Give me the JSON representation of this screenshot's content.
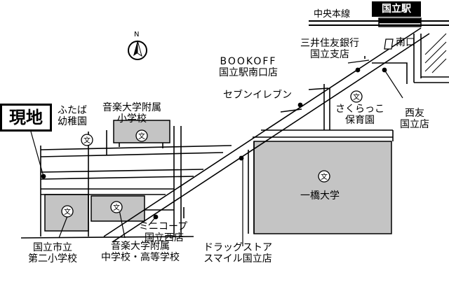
{
  "north": "N",
  "site": "現地",
  "station": "国立駅",
  "railway": "中央本線",
  "exit": "南口",
  "landmarks": {
    "futaba": {
      "line1": "ふたば",
      "line2": "幼稚園"
    },
    "ongaku_elem": {
      "line1": "音楽大学附属",
      "line2": "小学校"
    },
    "mitsui": {
      "line1": "三井住友銀行",
      "line2": "国立支店"
    },
    "bookoff": {
      "line1": "BOOKOFF",
      "line2": "国立駅南口店"
    },
    "seven": {
      "line1": "セブンイレブン"
    },
    "sakurakko": {
      "line1": "さくらっこ",
      "line2": "保育園"
    },
    "seiyu": {
      "line1": "西友",
      "line2": "国立店"
    },
    "hitotsubashi": {
      "line1": "一橋大学"
    },
    "minicoop": {
      "line1": "ミニコープ",
      "line2": "国立西店"
    },
    "drugstore": {
      "line1": "ドラッグストア",
      "line2": "スマイル国立店"
    },
    "daini": {
      "line1": "国立市立",
      "line2": "第二小学校"
    },
    "ongaku_mid": {
      "line1": "音楽大学附属",
      "line2": "中学校・高等学校"
    }
  },
  "colors": {
    "road": "#000000",
    "block": "#c4c4c4",
    "background": "#ffffff"
  },
  "icons": [
    "north-arrow-icon",
    "school-icon",
    "shop-dot-icon"
  ]
}
